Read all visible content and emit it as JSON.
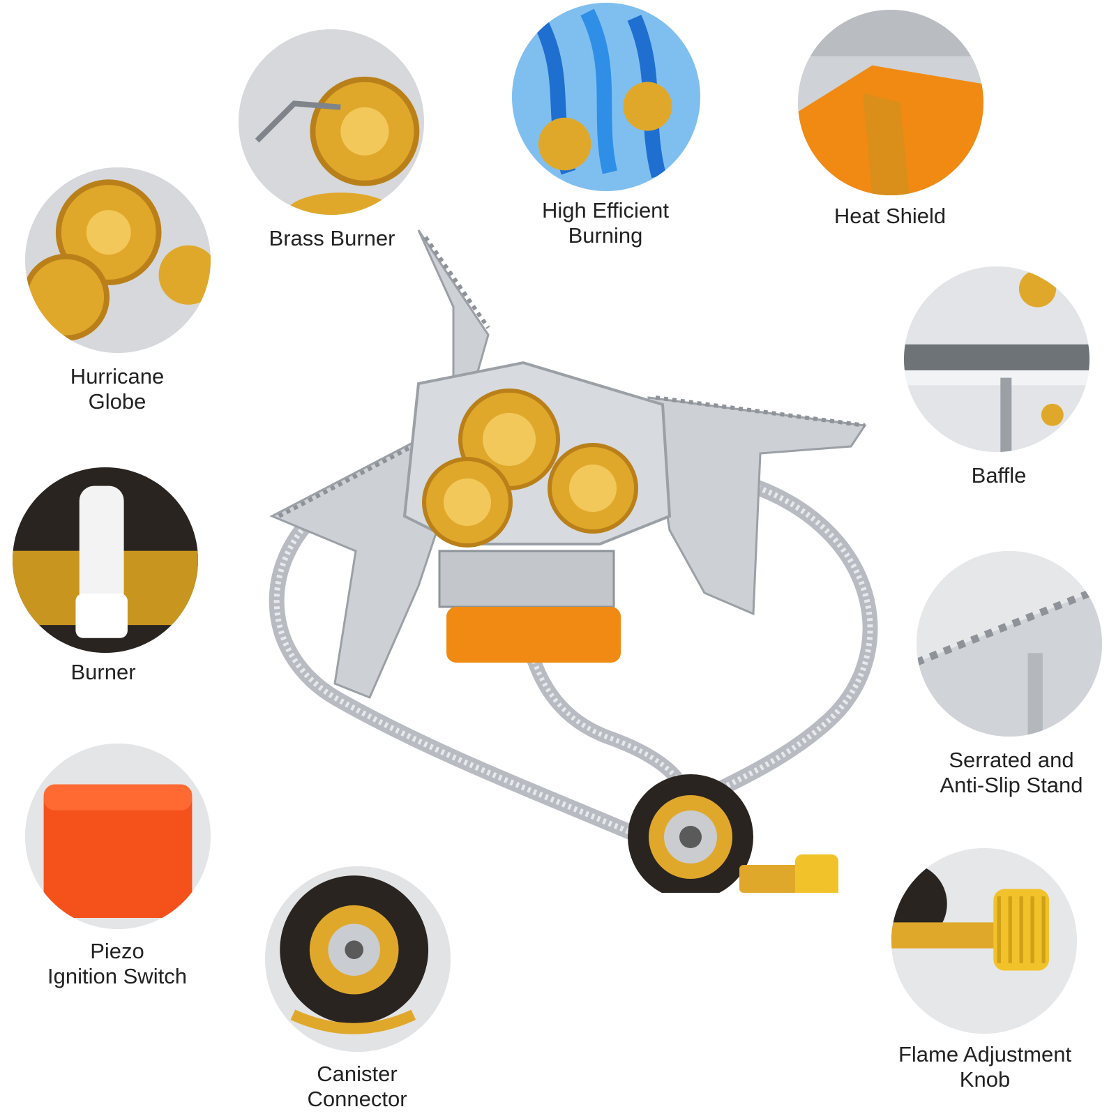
{
  "colors": {
    "brass": "#e0a82a",
    "brass_dark": "#b9801a",
    "orange": "#f08a12",
    "steel": "#c9ccd1",
    "steel_dark": "#8e9399",
    "flame_blue": "#2f8fe6",
    "case_orange": "#f4521a"
  },
  "features": {
    "brass_burner": {
      "lines": [
        "Brass Burner"
      ],
      "icon": "brass-burner-icon"
    },
    "high_efficient": {
      "lines": [
        "High Efficient",
        "Burning"
      ],
      "icon": "blue-flame-icon"
    },
    "heat_shield": {
      "lines": [
        "Heat Shield"
      ],
      "icon": "heat-shield-icon"
    },
    "hurricane_globe": {
      "lines": [
        "Hurricane",
        "Globe"
      ],
      "icon": "hurricane-globe-icon"
    },
    "baffle": {
      "lines": [
        "Baffle"
      ],
      "icon": "baffle-icon"
    },
    "burner": {
      "lines": [
        "Burner"
      ],
      "icon": "burner-icon"
    },
    "serrated_stand": {
      "lines": [
        "Serrated and",
        "Anti-Slip Stand"
      ],
      "icon": "serrated-stand-icon"
    },
    "piezo": {
      "lines": [
        "Piezo",
        "Ignition Switch"
      ],
      "icon": "piezo-case-icon"
    },
    "canister": {
      "lines": [
        "Canister",
        "Connector"
      ],
      "icon": "canister-connector-icon"
    },
    "flame_knob": {
      "lines": [
        "Flame Adjustment",
        "Knob"
      ],
      "icon": "flame-knob-icon"
    }
  },
  "product": {
    "icon": "camping-stove-icon"
  }
}
